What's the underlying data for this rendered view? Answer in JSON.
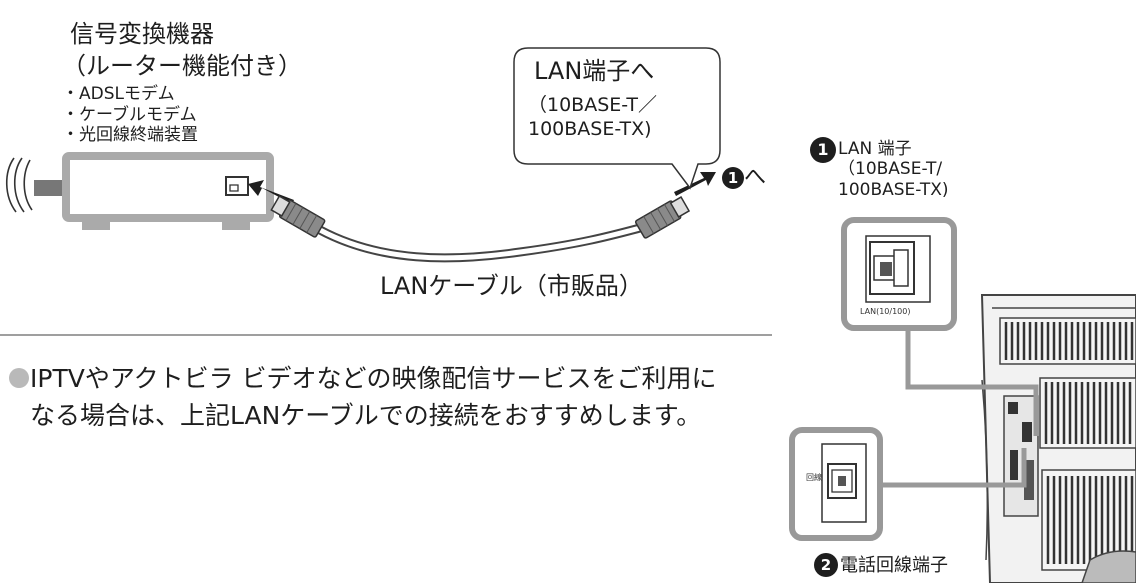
{
  "device": {
    "title": "信号変換機器",
    "subtitle": "（ルーター機能付き）",
    "list": [
      "・ADSLモデム",
      "・ケーブルモデム",
      "・光回線終端装置"
    ]
  },
  "callout": {
    "main": "LAN端子へ",
    "sub1": "（10BASE-T／",
    "sub2": "100BASE-TX)"
  },
  "cable_label": "LANケーブル（市販品）",
  "step_to": {
    "number": "1",
    "suffix": "へ"
  },
  "port1": {
    "number": "1",
    "label": "LAN 端子",
    "spec1": "（10BASE-T/",
    "spec2": "100BASE-TX)"
  },
  "port2": {
    "number": "2",
    "label": "電話回線端子"
  },
  "jack_label": "LAN(10/100)",
  "kairo_label": "回線",
  "note": {
    "bullet_color": "#b9b9b9",
    "text": "IPTVやアクトビラ ビデオなどの映像配信サービスをご利用になる場合は、上記LANケーブルでの接続をおすすめします。"
  },
  "colors": {
    "line": "#9a9a9a",
    "dark": "#1e1e1e",
    "gray": "#8c8c8c"
  }
}
